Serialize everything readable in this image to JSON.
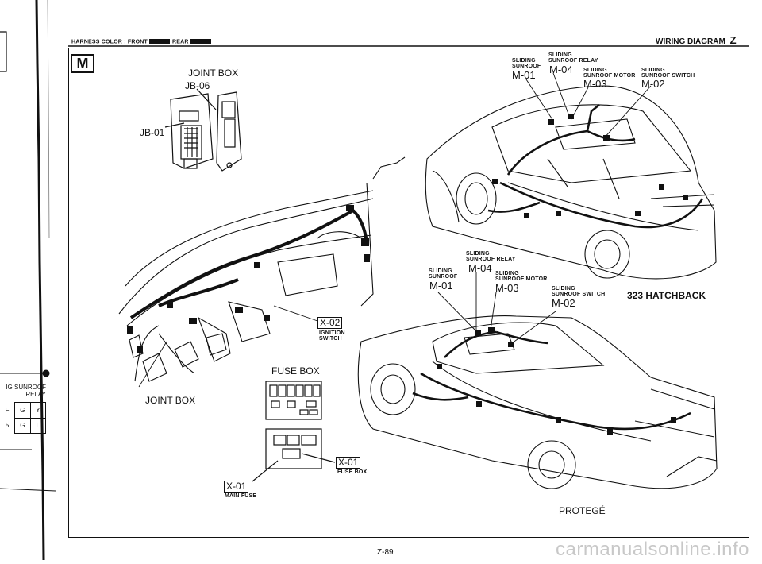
{
  "header": {
    "harness_color_label": "HARNESS COLOR : FRONT",
    "rear_label": "REAR",
    "section_title": "WIRING DIAGRAM",
    "section_letter": "Z"
  },
  "section_box_letter": "M",
  "left_margin": {
    "relay_label_line1": "IG SUNROOF",
    "relay_label_line2": "RELAY",
    "pins_top": [
      "G",
      "Y"
    ],
    "pins_bottom": [
      "G",
      "L"
    ],
    "pin_left_marks": [
      "F",
      "5"
    ]
  },
  "dash": {
    "joint_box_top": "JOINT BOX",
    "jb06": "JB-06",
    "jb01": "JB-01",
    "joint_box_bottom": "JOINT BOX",
    "x02_code": "X-02",
    "x02_label_line1": "IGNITION",
    "x02_label_line2": "SWITCH",
    "fuse_box": "FUSE BOX",
    "x01_fuse_code": "X-01",
    "x01_fuse_label": "FUSE BOX",
    "x01_main_code": "X-01",
    "x01_main_label": "MAIN FUSE"
  },
  "hatchback": {
    "model": "323 HATCHBACK",
    "sunroof_label_line1": "SLIDING",
    "sunroof_label_line2": "SUNROOF",
    "sunroof_code": "M-01",
    "relay_label_line1": "SLIDING",
    "relay_label_line2": "SUNROOF RELAY",
    "relay_code": "M-04",
    "motor_label_line1": "SLIDING",
    "motor_label_line2": "SUNROOF MOTOR",
    "motor_code": "M-03",
    "switch_label_line1": "SLIDING",
    "switch_label_line2": "SUNROOF SWITCH",
    "switch_code": "M-02"
  },
  "protege": {
    "model": "PROTEGÉ",
    "relay_label_line1": "SLIDING",
    "relay_label_line2": "SUNROOF RELAY",
    "relay_code": "M-04",
    "sunroof_label_line1": "SLIDING",
    "sunroof_label_line2": "SUNROOF",
    "sunroof_code": "M-01",
    "motor_label_line1": "SLIDING",
    "motor_label_line2": "SUNROOF MOTOR",
    "motor_code": "M-03",
    "switch_label_line1": "SLIDING",
    "switch_label_line2": "SUNROOF SWITCH",
    "switch_code": "M-02"
  },
  "footer": {
    "page_number": "Z-89",
    "watermark": "carmanualsonline.info"
  }
}
